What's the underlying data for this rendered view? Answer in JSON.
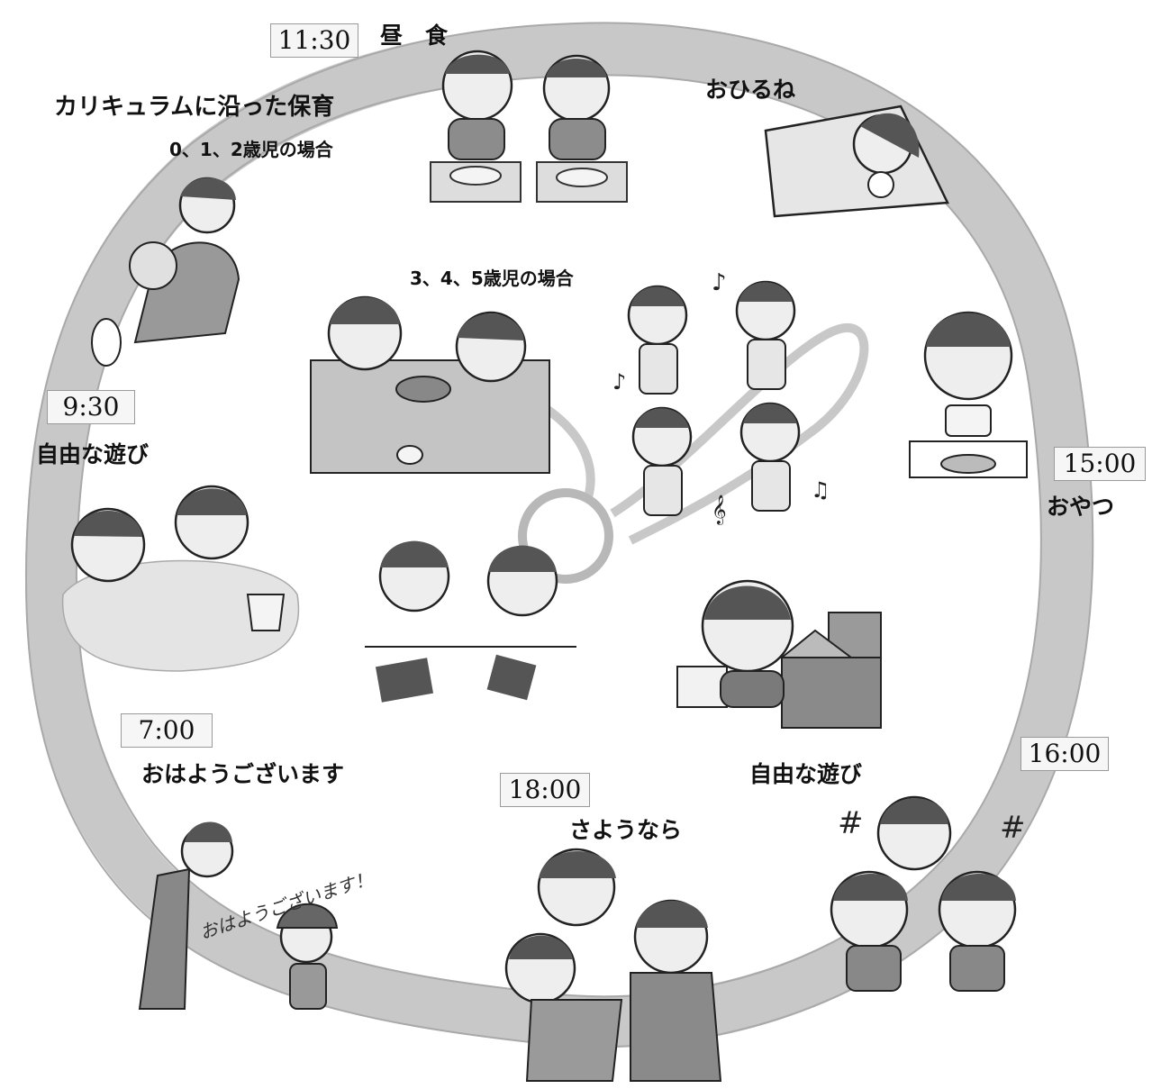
{
  "title": "カリキュラムに沿った保育",
  "subtitles": {
    "infant": "0、1、2歳児の場合",
    "preschool": "3、4、5歳児の場合"
  },
  "schedule": [
    {
      "time": "7:00",
      "activity": "おはようございます"
    },
    {
      "time": "9:30",
      "activity": "自由な遊び"
    },
    {
      "time": "11:30",
      "activity": "昼　食"
    },
    {
      "time": "",
      "activity": "おひるね"
    },
    {
      "time": "15:00",
      "activity": "おやつ"
    },
    {
      "time": "16:00",
      "activity": "自由な遊び"
    },
    {
      "time": "18:00",
      "activity": "さようなら"
    }
  ],
  "handwritten_greeting": "おはようございます！",
  "colors": {
    "track": "#c8c8c8",
    "track_edge": "#a9a9a9",
    "ink": "#111111",
    "figure": "#777777"
  }
}
